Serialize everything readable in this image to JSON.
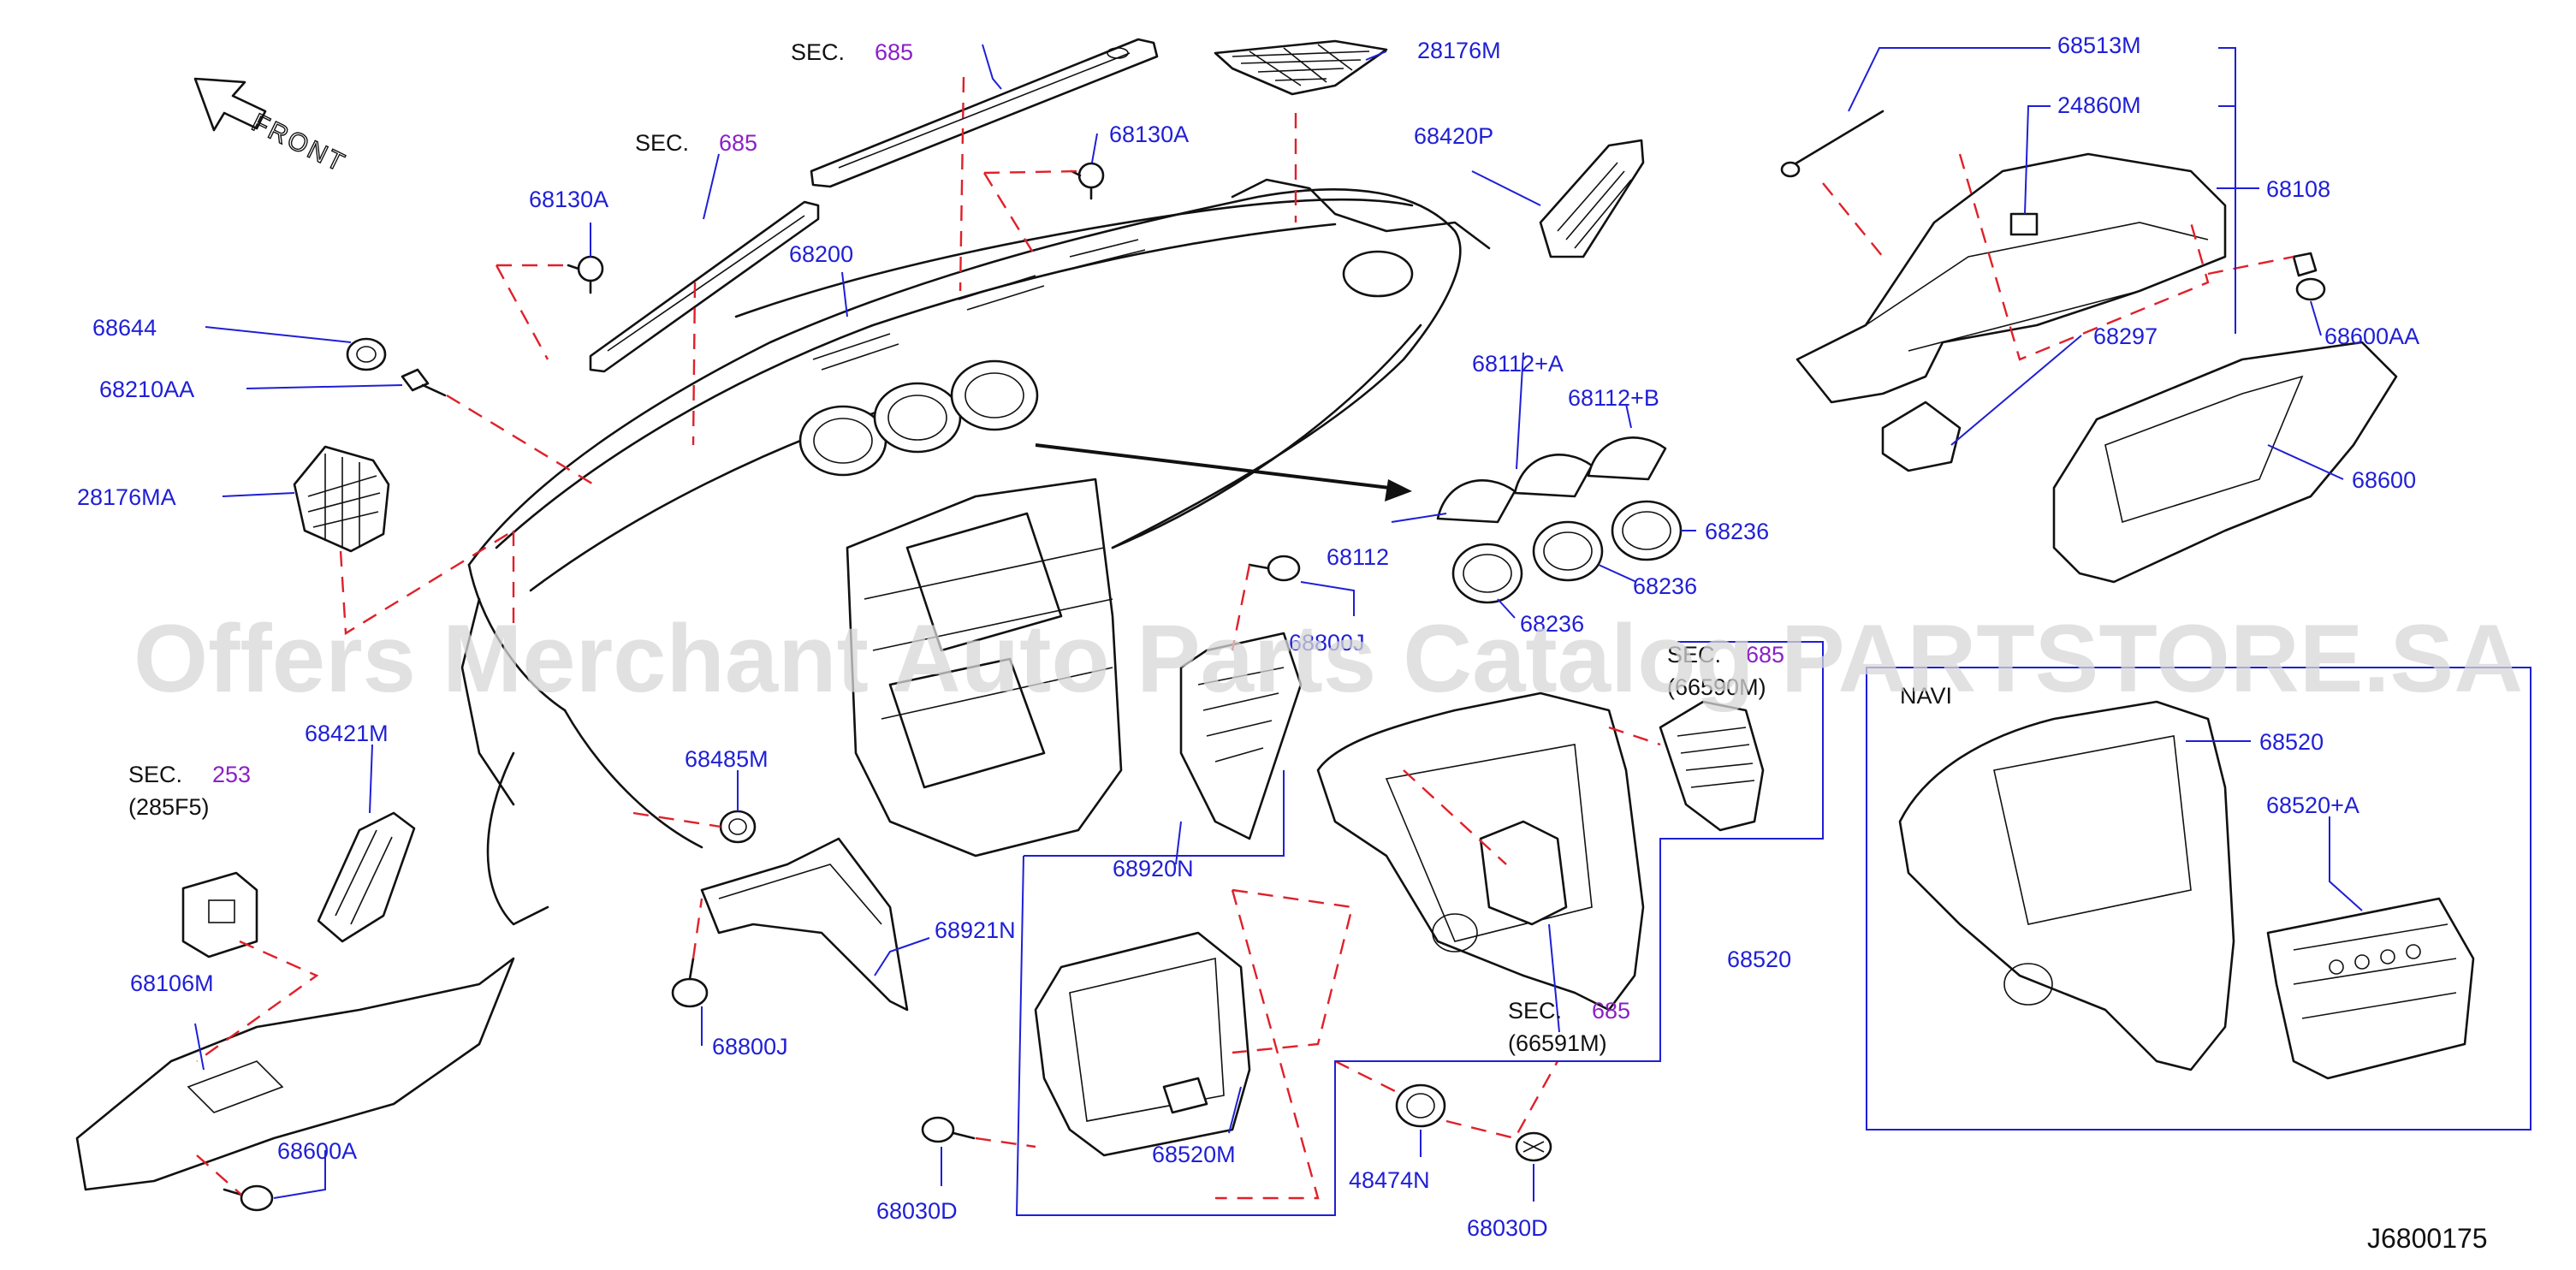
{
  "diagram": {
    "drawing_id": "J6800175",
    "watermark": "Offers Merchant Auto Parts Catalog PARTSTORE.SA",
    "front_label": "FRONT",
    "navi_label": "NAVI",
    "parts": {
      "p68130A_top": "68130A",
      "p68130A_left": "68130A",
      "p28176M": "28176M",
      "p68420P": "68420P",
      "p68200": "68200",
      "p68644": "68644",
      "p68210AA": "68210AA",
      "p28176MA": "28176MA",
      "p68112A": "68112+A",
      "p68112B": "68112+B",
      "p68112": "68112",
      "p68236_a": "68236",
      "p68236_b": "68236",
      "p68236_c": "68236",
      "p68800J_right": "68800J",
      "p68421M": "68421M",
      "p68485M": "68485M",
      "p68106M": "68106M",
      "p68600A": "68600A",
      "p68921N": "68921N",
      "p68800J_left": "68800J",
      "p68920N": "68920N",
      "p68520_right": "68520",
      "p68520M": "68520M",
      "p68030D_left": "68030D",
      "p48474N": "48474N",
      "p68030D_right": "68030D",
      "p68513M": "68513M",
      "p24860M": "24860M",
      "p68108": "68108",
      "p68600AA": "68600AA",
      "p68297": "68297",
      "p68600": "68600",
      "p68520_navi": "68520",
      "p68520A_navi": "68520+A"
    },
    "sections": {
      "sec_top": {
        "prefix": "SEC.",
        "number": "685"
      },
      "sec_mid": {
        "prefix": "SEC.",
        "number": "685"
      },
      "sec_253": {
        "prefix": "SEC.",
        "number": "253",
        "sub": "(285F5)"
      },
      "sec_right_upper": {
        "prefix": "SEC.",
        "number": "685",
        "sub": "(66590M)"
      },
      "sec_right_lower": {
        "prefix": "SEC.",
        "number": "685",
        "sub": "(66591M)"
      }
    }
  }
}
